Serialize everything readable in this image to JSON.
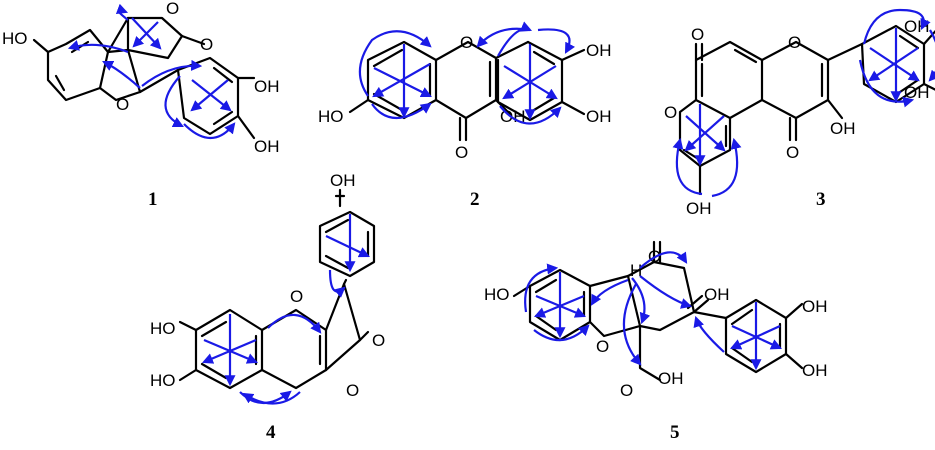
{
  "compounds": [
    {
      "number": "1",
      "labels": [
        "HO",
        "O",
        "O",
        "O",
        "OH",
        "OH"
      ]
    },
    {
      "number": "2",
      "labels": [
        "O",
        "HO",
        "O",
        "OH",
        "OH",
        "OH"
      ]
    },
    {
      "number": "3",
      "labels": [
        "O",
        "O",
        "O",
        "O",
        "OH",
        "OH",
        "OH",
        "OH"
      ]
    },
    {
      "number": "4",
      "labels": [
        "OH",
        "HO",
        "HO",
        "O",
        "O",
        "O"
      ]
    },
    {
      "number": "5",
      "labels": [
        "HO",
        "H",
        "O",
        "OH",
        "O",
        "O",
        "OH",
        "OH",
        "OH"
      ]
    }
  ],
  "colors": {
    "bond": "#000000",
    "correlation_arrow": "#1a1ae6"
  }
}
